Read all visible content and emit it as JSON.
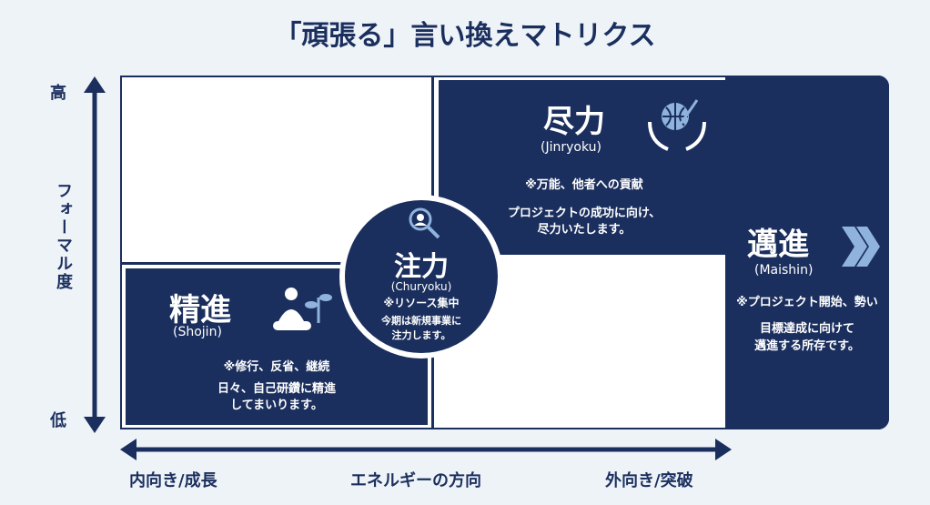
{
  "title": "「頑張る」言い換えマトリクス",
  "y_axis": {
    "high": "高",
    "low": "低",
    "label": "フォーマル度"
  },
  "x_axis": {
    "left": "内向き/成長",
    "center": "エネルギーの方向",
    "right": "外向き/突破"
  },
  "cells": {
    "shojin": {
      "word": "精進",
      "romaji": "(Shojin)",
      "note": "※修行、反省、継続",
      "desc1": "日々、自己研鑽に精進",
      "desc2": "してまいります。",
      "icon": "meditation-plant-icon"
    },
    "jinryoku": {
      "word": "尽力",
      "romaji": "(Jinryoku)",
      "note": "※万能、他者への貢献",
      "desc1": "プロジェクトの成功に向け、",
      "desc2": "尽力いたします。",
      "icon": "hands-globe-icon"
    },
    "churyoku": {
      "word": "注力",
      "romaji": "(Churyoku)",
      "note": "※リソース集中",
      "desc1": "今期は新規事業に",
      "desc2": "注力します。",
      "icon": "magnifier-icon"
    },
    "maishin": {
      "word": "邁進",
      "romaji": "(Maishin)",
      "note": "※プロジェクト開始、勢い",
      "desc1": "目標達成に向けて",
      "desc2": "邁進する所存です。",
      "icon": "double-chevron-icon"
    }
  },
  "colors": {
    "navy": "#1b2f5e",
    "accent": "#8fb3dc",
    "background": "#eef3f8"
  }
}
